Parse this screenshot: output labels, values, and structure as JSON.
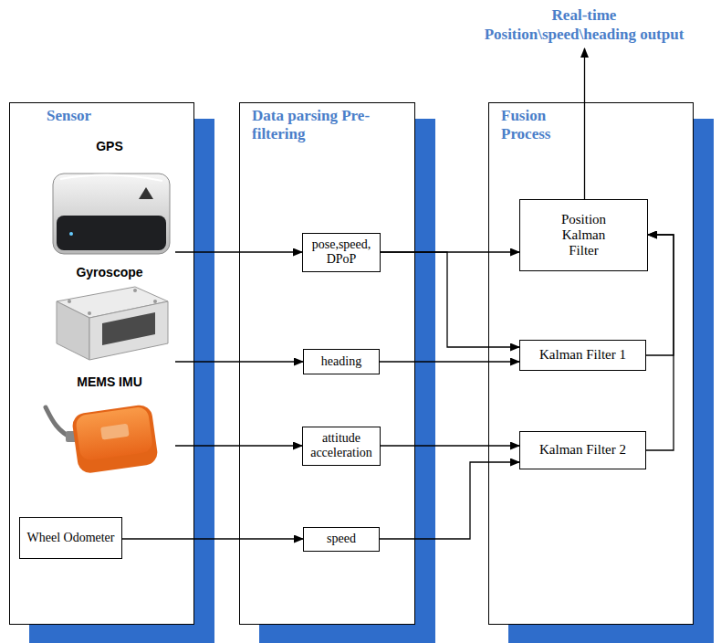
{
  "diagram": {
    "nodes": [
      {
        "text": [
          "Sensor"
        ]
      },
      {
        "text": [
          "GPS"
        ],
        "in": 0
      },
      {
        "text": [
          "Gyroscope"
        ],
        "in": 0
      },
      {
        "text": [
          "MEMS IMU"
        ],
        "in": 0
      },
      {
        "text": [
          "Wheel Odometer"
        ],
        "in": 0
      },
      {
        "text": [
          "Data parsing Pre-filtering"
        ]
      },
      {
        "text": [
          "pose,speed, DPoP"
        ],
        "in": 5
      },
      {
        "text": [
          "heading"
        ],
        "in": 5
      },
      {
        "text": [
          "attitude acceleration"
        ],
        "in": 5
      },
      {
        "text": [
          "speed"
        ],
        "in": 5
      },
      {
        "text": [
          "Fusion Process"
        ]
      },
      {
        "text": [
          "Position Kalman Filter"
        ],
        "in": 10
      },
      {
        "text": [
          "Kalman Filter 1"
        ],
        "in": 10
      },
      {
        "text": [
          "Kalman Filter 2"
        ],
        "in": 10
      }
    ],
    "edges": [
      {
        "from": 1,
        "to": 6,
        "arrow": "to"
      },
      {
        "from": 6,
        "to": 11,
        "arrow": "to"
      },
      {
        "from": 6,
        "to": 12,
        "arrow": "to"
      },
      {
        "from": 2,
        "to": 7,
        "arrow": "to"
      },
      {
        "from": 7,
        "to": 12,
        "arrow": "to"
      },
      {
        "from": 3,
        "to": 8,
        "arrow": "to"
      },
      {
        "from": 8,
        "to": 13,
        "arrow": "to"
      },
      {
        "from": 4,
        "to": 9,
        "arrow": "to"
      },
      {
        "from": 9,
        "to": 13,
        "arrow": "to"
      },
      {
        "from": 12,
        "to": 11,
        "arrow": "to"
      },
      {
        "from": 13,
        "to": 11,
        "arrow": "to"
      }
    ],
    "labels": [
      "Real-time Position\\speed\\heading output"
    ]
  }
}
